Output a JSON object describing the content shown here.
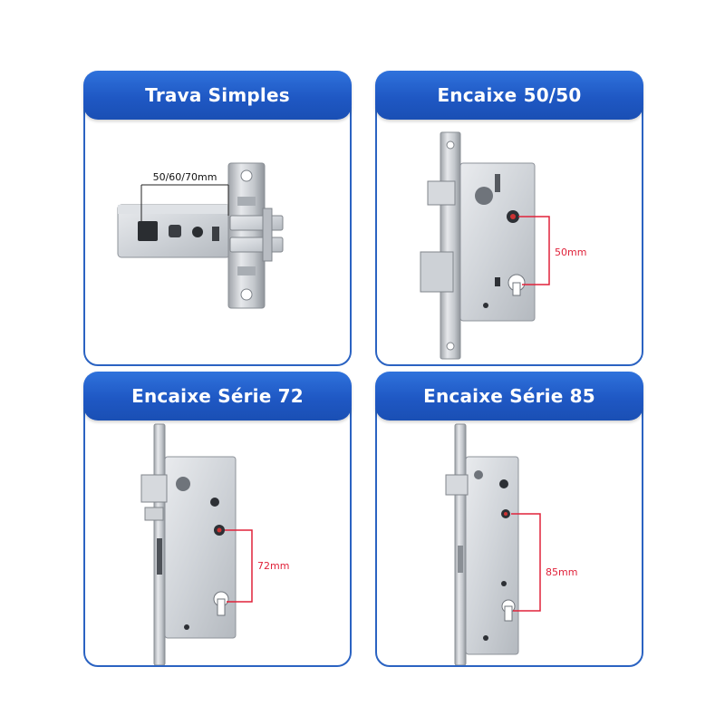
{
  "colors": {
    "accent": "#1f58c4",
    "dimension_line": "#e0223a",
    "steel": "#c9ccd1"
  },
  "products": [
    {
      "title": "Trava Simples",
      "dimension": "50/60/70mm",
      "image": "tubular-latch-illustration"
    },
    {
      "title": "Encaixe 50/50",
      "dimension": "50mm",
      "image": "mortise-lock-50-illustration"
    },
    {
      "title": "Encaixe Série 72",
      "dimension": "72mm",
      "image": "mortise-lock-72-illustration"
    },
    {
      "title": "Encaixe Série 85",
      "dimension": "85mm",
      "image": "mortise-lock-85-illustration"
    }
  ]
}
